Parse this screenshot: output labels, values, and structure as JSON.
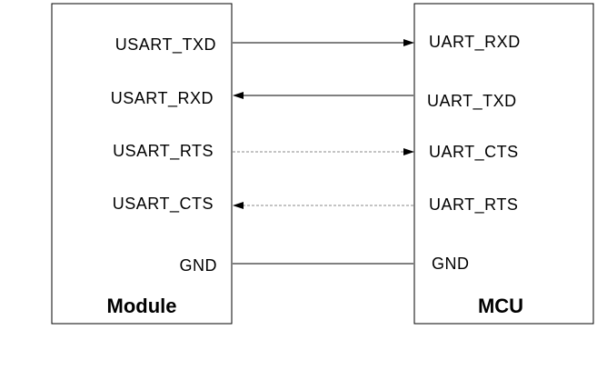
{
  "colors": {
    "stroke": "#000000",
    "dashed": "#888888",
    "background": "#ffffff"
  },
  "left_block": {
    "title": "Module",
    "pins": [
      "USART_TXD",
      "USART_RXD",
      "USART_RTS",
      "USART_CTS",
      "GND"
    ]
  },
  "right_block": {
    "title": "MCU",
    "pins": [
      "UART_RXD",
      "UART_TXD",
      "UART_CTS",
      "UART_RTS",
      "GND"
    ]
  },
  "connections": [
    {
      "from": "USART_TXD",
      "to": "UART_RXD",
      "direction": "left-to-right",
      "style": "solid"
    },
    {
      "from": "UART_TXD",
      "to": "USART_RXD",
      "direction": "right-to-left",
      "style": "solid"
    },
    {
      "from": "USART_RTS",
      "to": "UART_CTS",
      "direction": "left-to-right",
      "style": "dashed"
    },
    {
      "from": "UART_RTS",
      "to": "USART_CTS",
      "direction": "right-to-left",
      "style": "dashed"
    },
    {
      "from": "GND",
      "to": "GND",
      "direction": "none",
      "style": "solid"
    }
  ]
}
